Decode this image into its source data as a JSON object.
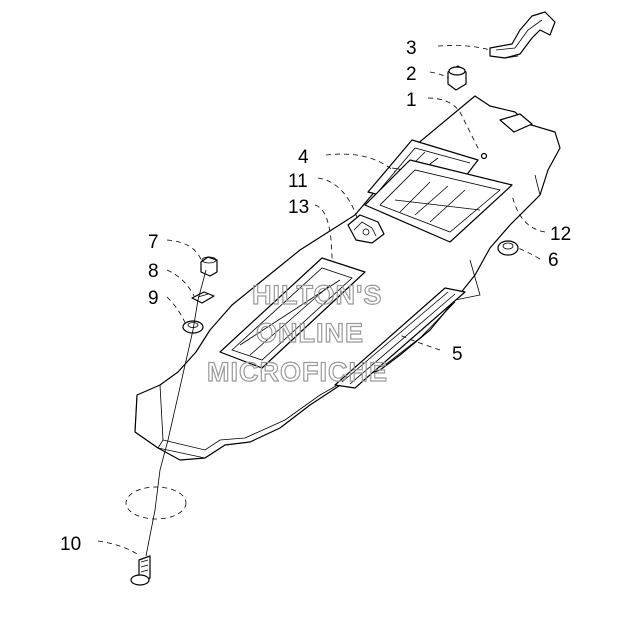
{
  "diagram": {
    "callouts": [
      {
        "id": "c1",
        "text": "1"
      },
      {
        "id": "c2",
        "text": "2"
      },
      {
        "id": "c3",
        "text": "3"
      },
      {
        "id": "c4",
        "text": "4"
      },
      {
        "id": "c5",
        "text": "5"
      },
      {
        "id": "c6",
        "text": "6"
      },
      {
        "id": "c7",
        "text": "7"
      },
      {
        "id": "c8",
        "text": "8"
      },
      {
        "id": "c9",
        "text": "9"
      },
      {
        "id": "c10",
        "text": "10"
      },
      {
        "id": "c11",
        "text": "11"
      },
      {
        "id": "c12",
        "text": "12"
      },
      {
        "id": "c13",
        "text": "13"
      }
    ],
    "watermark": [
      "HILTON'S",
      "ONLINE",
      "MICROFICHE"
    ]
  }
}
